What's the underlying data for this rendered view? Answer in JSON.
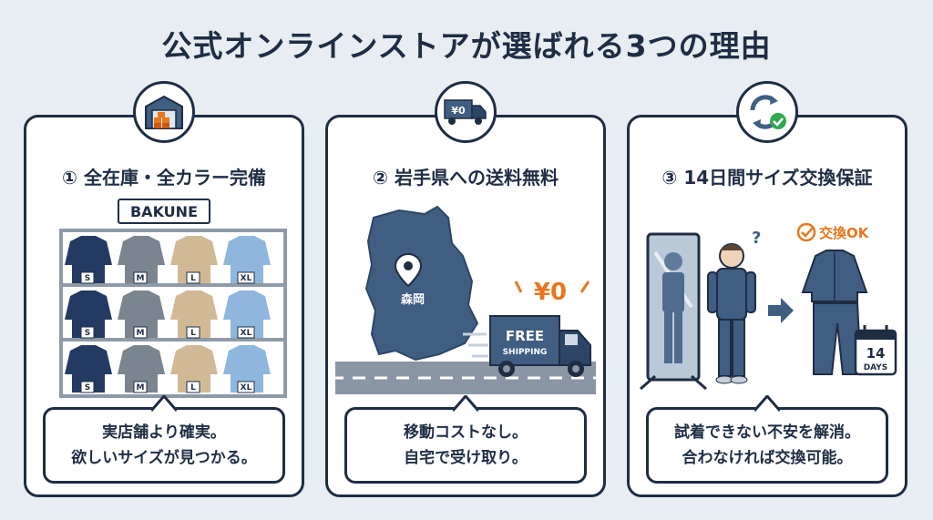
{
  "title": "公式オンラインストアが選ばれる3つの理由",
  "cards": [
    {
      "title": "① 全在庫・全カラー完備",
      "badge_icon": "warehouse-icon",
      "store_sign": "BAKUNE",
      "size_rows": [
        [
          "S",
          "M",
          "L",
          "XL"
        ],
        [
          "S",
          "M",
          "L",
          "XL"
        ],
        [
          "S",
          "M",
          "L",
          "XL"
        ]
      ],
      "bubble_lines": [
        "実店舗より確実。",
        "欲しいサイズが見つかる。"
      ]
    },
    {
      "title": "② 岩手県への送料無料",
      "badge_icon": "delivery-truck-icon",
      "badge_price": "¥0",
      "city_label": "森岡",
      "price_label": "¥0",
      "truck_text": [
        "FREE",
        "SHIPPING"
      ],
      "bubble_lines": [
        "移動コストなし。",
        "自宅で受け取り。"
      ]
    },
    {
      "title": "③ 14日間サイズ交換保証",
      "badge_icon": "exchange-arrows-icon",
      "ok_label": "交換OK",
      "question_mark": "?",
      "calendar_number": "14",
      "calendar_unit": "DAYS",
      "bubble_lines": [
        "試着できない不安を解消。",
        "合わなければ交換可能。"
      ]
    }
  ],
  "colors": {
    "navy": "#1f2d44",
    "accent_orange": "#e8771f",
    "map_blue": "#3f5e82",
    "background": "#e7edf2"
  }
}
